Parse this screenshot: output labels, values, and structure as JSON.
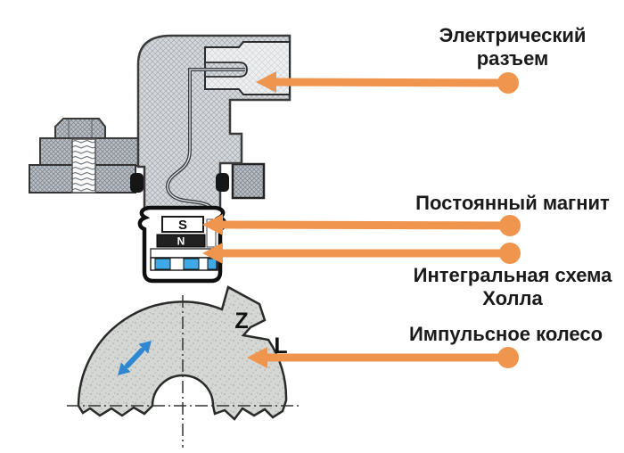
{
  "diagram": {
    "sensor": {
      "magnet_pole_s": "S",
      "magnet_pole_n": "N"
    },
    "wheel": {
      "mark_z": "Z",
      "mark_l": "L"
    }
  },
  "labels": {
    "connector_line1": "Электрический",
    "connector_line2": "разъем",
    "magnet": "Постоянный магнит",
    "hall_ic_line1": "Интегральная схема",
    "hall_ic_line2": "Холла",
    "pulse_wheel": "Импульсное колесо"
  },
  "colors": {
    "callout_orange": "#F0954E",
    "rotation_arrow_blue": "#2F87D2",
    "hall_cell_blue": "#3FA9E8",
    "text_black": "#1A1A1A"
  }
}
